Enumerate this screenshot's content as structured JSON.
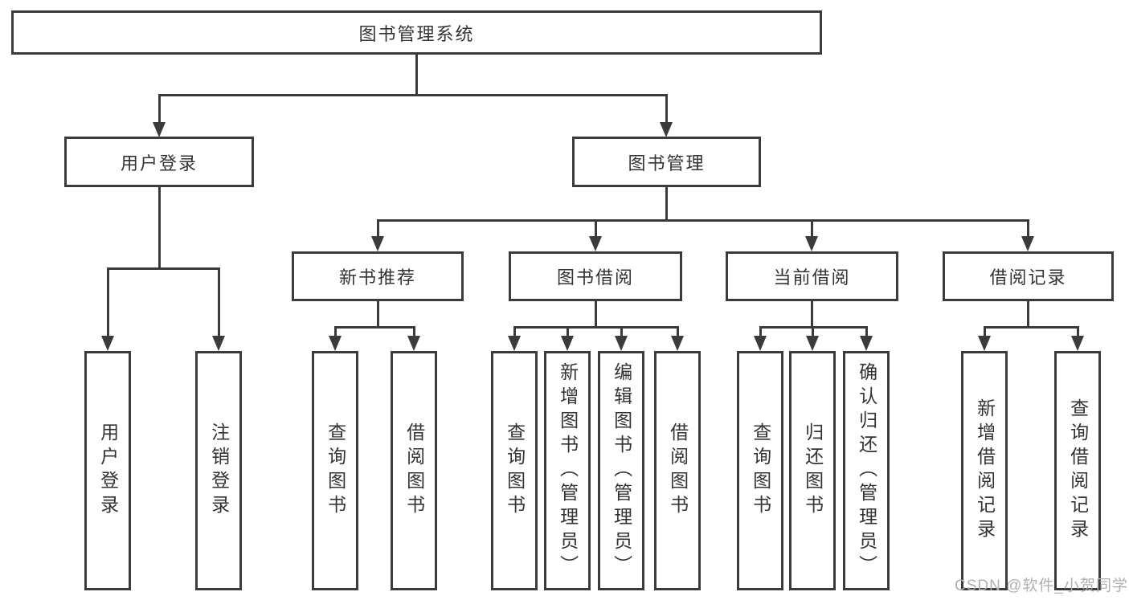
{
  "diagram": {
    "root": "图书管理系统",
    "branches": [
      {
        "label": "用户登录",
        "children": [
          "用户登录",
          "注销登录"
        ]
      },
      {
        "label": "图书管理",
        "children": [
          {
            "label": "新书推荐",
            "children": [
              "查询图书",
              "借阅图书"
            ]
          },
          {
            "label": "图书借阅",
            "children": [
              "查询图书",
              "新增图书（管理员）",
              "编辑图书（管理员）",
              "借阅图书"
            ]
          },
          {
            "label": "当前借阅",
            "children": [
              "查询图书",
              "归还图书",
              "确认归还（管理员）"
            ]
          },
          {
            "label": "借阅记录",
            "children": [
              "新增借阅记录",
              "查询借阅记录"
            ]
          }
        ]
      }
    ]
  },
  "watermark": "CSDN @软件_小贺同学",
  "colors": {
    "line": "#3b3b3b",
    "text": "#333333",
    "watermark": "#b0b0b0",
    "background": "#ffffff"
  }
}
